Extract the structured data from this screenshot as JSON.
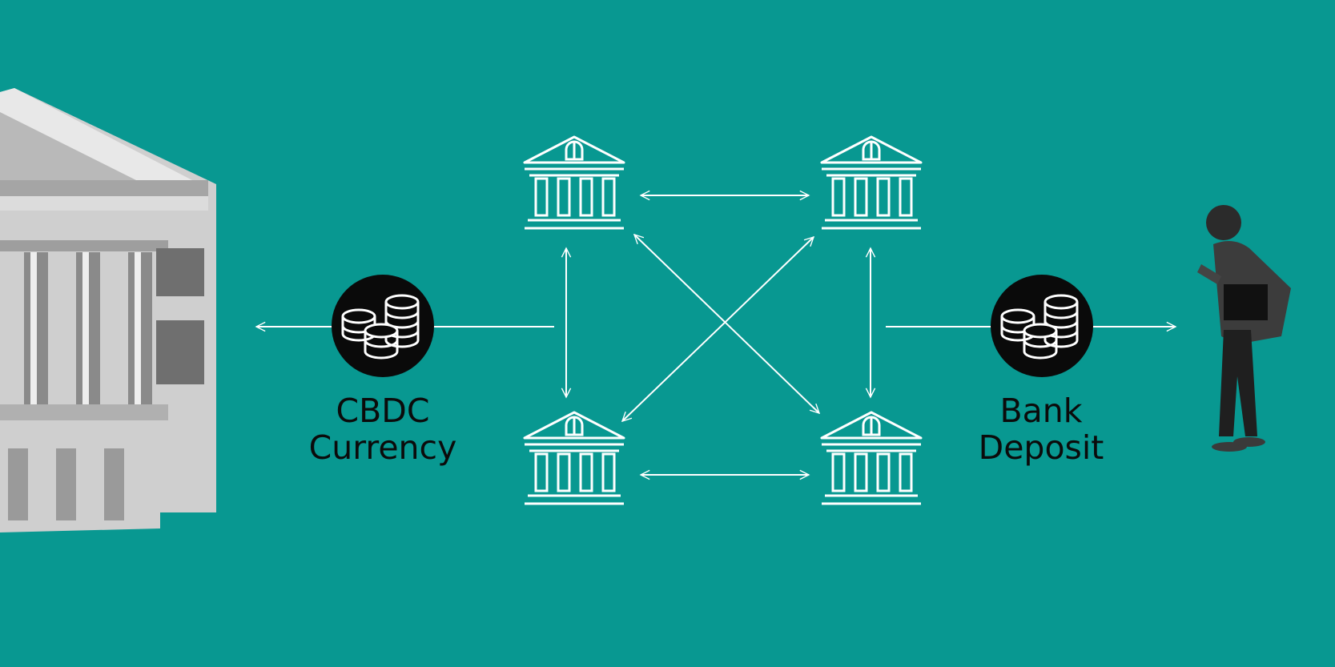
{
  "colors": {
    "background": "#089891",
    "line": "#ffffff",
    "coin_disc": "#0a0a0a"
  },
  "left": {
    "image": "central-bank-building",
    "coin_icon": "coin-stack-icon",
    "label_line1": "CBDC",
    "label_line2": "Currency"
  },
  "right": {
    "image": "person-with-phone",
    "coin_icon": "coin-stack-icon",
    "label_line1": "Bank",
    "label_line2": "Deposit"
  },
  "network": {
    "nodes": [
      "bank-icon",
      "bank-icon",
      "bank-icon",
      "bank-icon"
    ]
  }
}
